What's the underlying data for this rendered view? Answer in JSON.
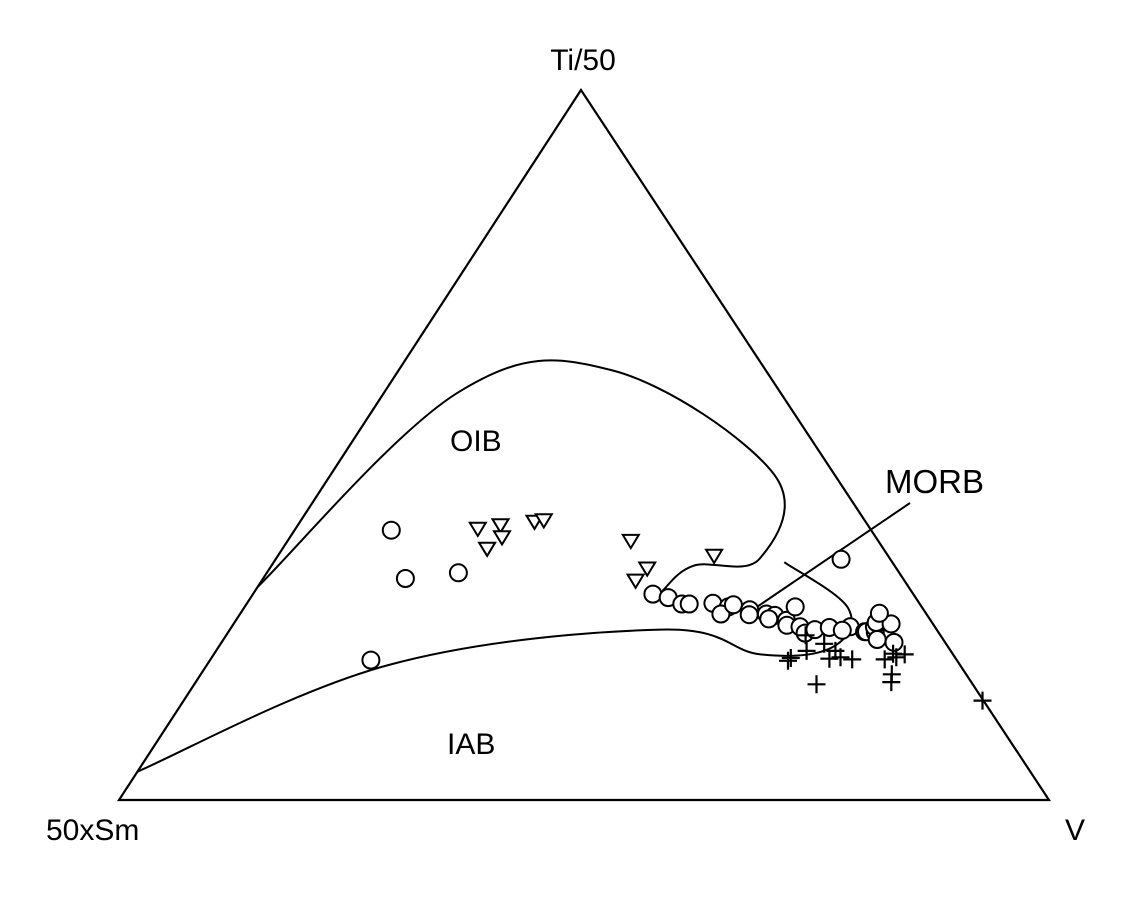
{
  "chart_data": {
    "type": "scatter",
    "subtype": "ternary",
    "title": "",
    "apex_labels": {
      "top": "Ti/50",
      "left": "50xSm",
      "right": "V"
    },
    "field_labels": {
      "oib": "OIB",
      "morb": "MORB",
      "iab": "IAB"
    },
    "composition_order": [
      "Ti/50",
      "50xSm",
      "V"
    ],
    "boundaries": {
      "upper_curve": [
        [
          0.3,
          0.7,
          0.0
        ],
        [
          0.575,
          0.345,
          0.08
        ],
        [
          0.605,
          0.165,
          0.23
        ],
        [
          0.46,
          0.065,
          0.475
        ],
        [
          0.34,
          0.14,
          0.52
        ],
        [
          0.33,
          0.216,
          0.454
        ],
        [
          0.295,
          0.267,
          0.438
        ]
      ],
      "lower_curve": [
        [
          0.04,
          0.96,
          0.0
        ],
        [
          0.19,
          0.615,
          0.195
        ],
        [
          0.24,
          0.297,
          0.463
        ],
        [
          0.205,
          0.207,
          0.588
        ],
        [
          0.215,
          0.125,
          0.66
        ],
        [
          0.27,
          0.08,
          0.65
        ],
        [
          0.335,
          0.116,
          0.549
        ]
      ]
    },
    "series": [
      {
        "marker": "circle",
        "points": [
          [
            0.38,
            0.516,
            0.104
          ],
          [
            0.312,
            0.535,
            0.153
          ],
          [
            0.32,
            0.474,
            0.206
          ],
          [
            0.197,
            0.63,
            0.173
          ],
          [
            0.29,
            0.28,
            0.43
          ],
          [
            0.285,
            0.266,
            0.449
          ],
          [
            0.276,
            0.256,
            0.468
          ],
          [
            0.276,
            0.248,
            0.476
          ],
          [
            0.277,
            0.222,
            0.501
          ],
          [
            0.272,
            0.208,
            0.52
          ],
          [
            0.262,
            0.221,
            0.517
          ],
          [
            0.275,
            0.201,
            0.524
          ],
          [
            0.268,
            0.187,
            0.545
          ],
          [
            0.261,
            0.191,
            0.548
          ],
          [
            0.262,
            0.172,
            0.566
          ],
          [
            0.26,
            0.164,
            0.576
          ],
          [
            0.255,
            0.173,
            0.572
          ],
          [
            0.253,
            0.155,
            0.592
          ],
          [
            0.246,
            0.158,
            0.596
          ],
          [
            0.244,
            0.145,
            0.611
          ],
          [
            0.235,
            0.144,
            0.621
          ],
          [
            0.24,
            0.131,
            0.629
          ],
          [
            0.243,
            0.114,
            0.643
          ],
          [
            0.244,
            0.091,
            0.665
          ],
          [
            0.239,
            0.102,
            0.659
          ],
          [
            0.237,
            0.079,
            0.684
          ],
          [
            0.237,
            0.077,
            0.686
          ],
          [
            0.236,
            0.068,
            0.696
          ],
          [
            0.244,
            0.065,
            0.691
          ],
          [
            0.25,
            0.06,
            0.69
          ],
          [
            0.248,
            0.045,
            0.707
          ],
          [
            0.226,
            0.071,
            0.703
          ],
          [
            0.263,
            0.05,
            0.687
          ],
          [
            0.222,
            0.055,
            0.723
          ],
          [
            0.272,
            0.136,
            0.592
          ],
          [
            0.339,
            0.053,
            0.608
          ]
        ]
      },
      {
        "marker": "triangle-down",
        "points": [
          [
            0.382,
            0.422,
            0.196
          ],
          [
            0.387,
            0.395,
            0.218
          ],
          [
            0.354,
            0.426,
            0.22
          ],
          [
            0.37,
            0.402,
            0.228
          ],
          [
            0.392,
            0.356,
            0.252
          ],
          [
            0.394,
            0.345,
            0.261
          ],
          [
            0.365,
            0.266,
            0.369
          ],
          [
            0.326,
            0.268,
            0.406
          ],
          [
            0.344,
            0.187,
            0.469
          ],
          [
            0.309,
            0.289,
            0.402
          ]
        ]
      },
      {
        "marker": "plus",
        "points": [
          [
            0.232,
            0.145,
            0.623
          ],
          [
            0.22,
            0.131,
            0.649
          ],
          [
            0.2,
            0.177,
            0.623
          ],
          [
            0.196,
            0.182,
            0.622
          ],
          [
            0.21,
            0.155,
            0.635
          ],
          [
            0.21,
            0.124,
            0.666
          ],
          [
            0.199,
            0.136,
            0.665
          ],
          [
            0.198,
            0.112,
            0.69
          ],
          [
            0.201,
            0.123,
            0.676
          ],
          [
            0.206,
            0.064,
            0.73
          ],
          [
            0.201,
            0.063,
            0.736
          ],
          [
            0.198,
            0.077,
            0.725
          ],
          [
            0.205,
            0.052,
            0.743
          ],
          [
            0.163,
            0.168,
            0.669
          ],
          [
            0.166,
            0.086,
            0.748
          ],
          [
            0.177,
            0.08,
            0.743
          ],
          [
            0.14,
            0.001,
            0.859
          ]
        ]
      }
    ]
  }
}
